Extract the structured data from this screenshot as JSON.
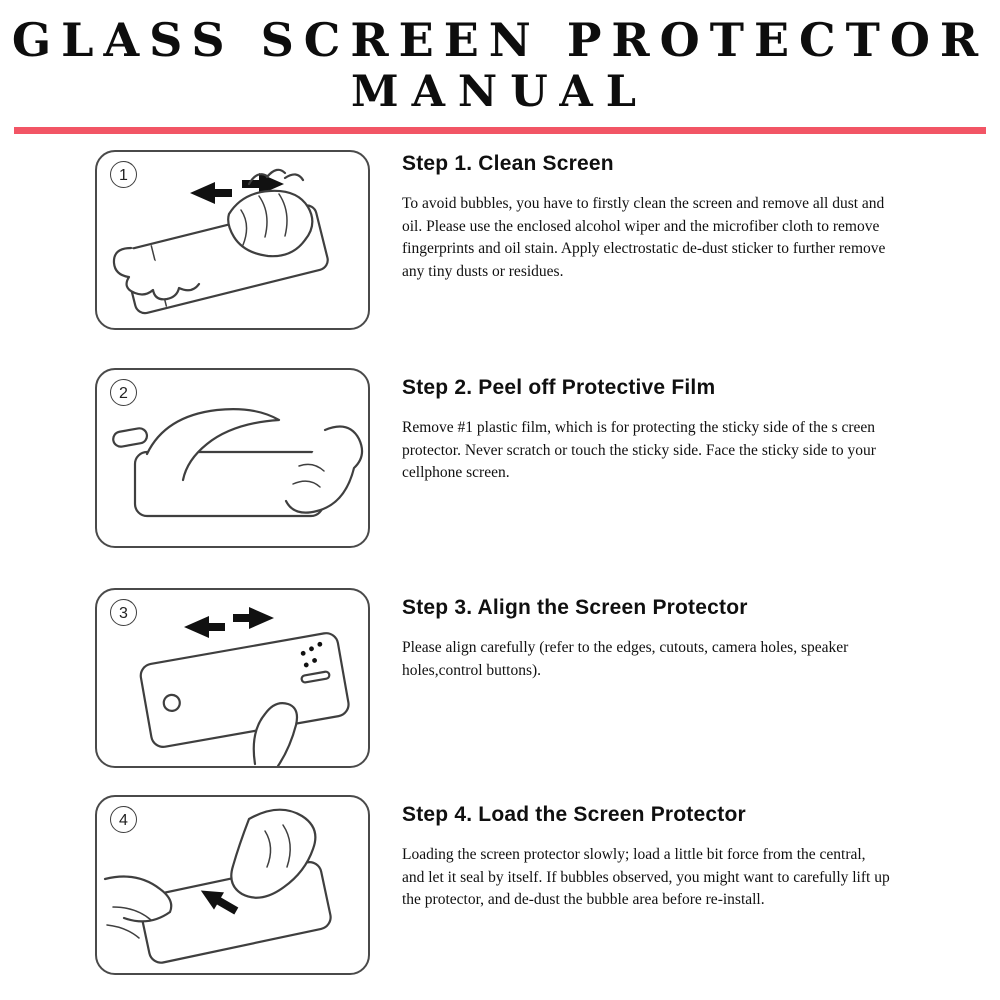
{
  "title": {
    "line1": "GLASS SCREEN PROTECTOR",
    "line2": "MANUAL"
  },
  "accent_color": "#f25565",
  "steps": [
    {
      "number": "1",
      "heading": "Step 1. Clean Screen",
      "body": "To avoid bubbles, you have to firstly clean the screen and remove all dust and oil. Please use the enclosed alcohol wiper and the microfiber cloth to remove fingerprints and oil stain. Apply electrostatic de-dust sticker to further remove any tiny dusts or residues."
    },
    {
      "number": "2",
      "heading": "Step 2. Peel off Protective Film",
      "body": "Remove #1 plastic film, which is for protecting the sticky side of the s creen protector. Never scratch or touch the sticky side. Face the sticky side to your cellphone screen."
    },
    {
      "number": "3",
      "heading": "Step 3. Align the Screen Protector",
      "body": "Please align carefully (refer to the edges, cutouts, camera holes, speaker holes,control buttons)."
    },
    {
      "number": "4",
      "heading": "Step 4. Load the Screen Protector",
      "body": "Loading the screen protector slowly; load a little bit force from the central, and let it seal by itself. If bubbles observed, you might want to carefully lift up the protector, and de-dust the bubble area before re-install."
    }
  ]
}
